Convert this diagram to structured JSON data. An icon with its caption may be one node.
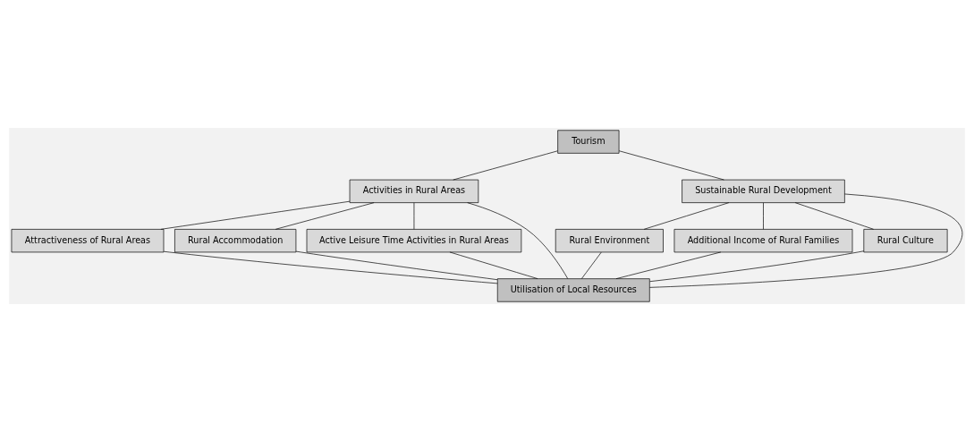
{
  "diagram": {
    "nodes": [
      {
        "text": [
          "Tourism"
        ]
      },
      {
        "text": [
          "Activities in Rural Areas"
        ]
      },
      {
        "text": [
          "Sustainable Rural Development"
        ]
      },
      {
        "text": [
          "Attractiveness of Rural Areas"
        ]
      },
      {
        "text": [
          "Rural Accommodation"
        ]
      },
      {
        "text": [
          "Active Leisure Time Activities in Rural Areas"
        ]
      },
      {
        "text": [
          "Rural Environment"
        ]
      },
      {
        "text": [
          "Additional Income of Rural Families"
        ]
      },
      {
        "text": [
          "Rural Culture"
        ]
      },
      {
        "text": [
          "Utilisation of Local Resources"
        ]
      }
    ],
    "edges": [
      {
        "from": 0,
        "to": 1,
        "arrow": "none"
      },
      {
        "from": 0,
        "to": 2,
        "arrow": "none"
      },
      {
        "from": 1,
        "to": 3,
        "arrow": "none"
      },
      {
        "from": 1,
        "to": 4,
        "arrow": "none"
      },
      {
        "from": 1,
        "to": 5,
        "arrow": "none"
      },
      {
        "from": 1,
        "to": 9,
        "arrow": "none"
      },
      {
        "from": 3,
        "to": 9,
        "arrow": "none"
      },
      {
        "from": 4,
        "to": 9,
        "arrow": "none"
      },
      {
        "from": 5,
        "to": 9,
        "arrow": "none"
      },
      {
        "from": 2,
        "to": 6,
        "arrow": "none"
      },
      {
        "from": 2,
        "to": 7,
        "arrow": "none"
      },
      {
        "from": 2,
        "to": 8,
        "arrow": "none"
      },
      {
        "from": 2,
        "to": 9,
        "arrow": "none"
      },
      {
        "from": 6,
        "to": 9,
        "arrow": "none"
      },
      {
        "from": 7,
        "to": 9,
        "arrow": "none"
      },
      {
        "from": 8,
        "to": 9,
        "arrow": "none"
      }
    ]
  }
}
